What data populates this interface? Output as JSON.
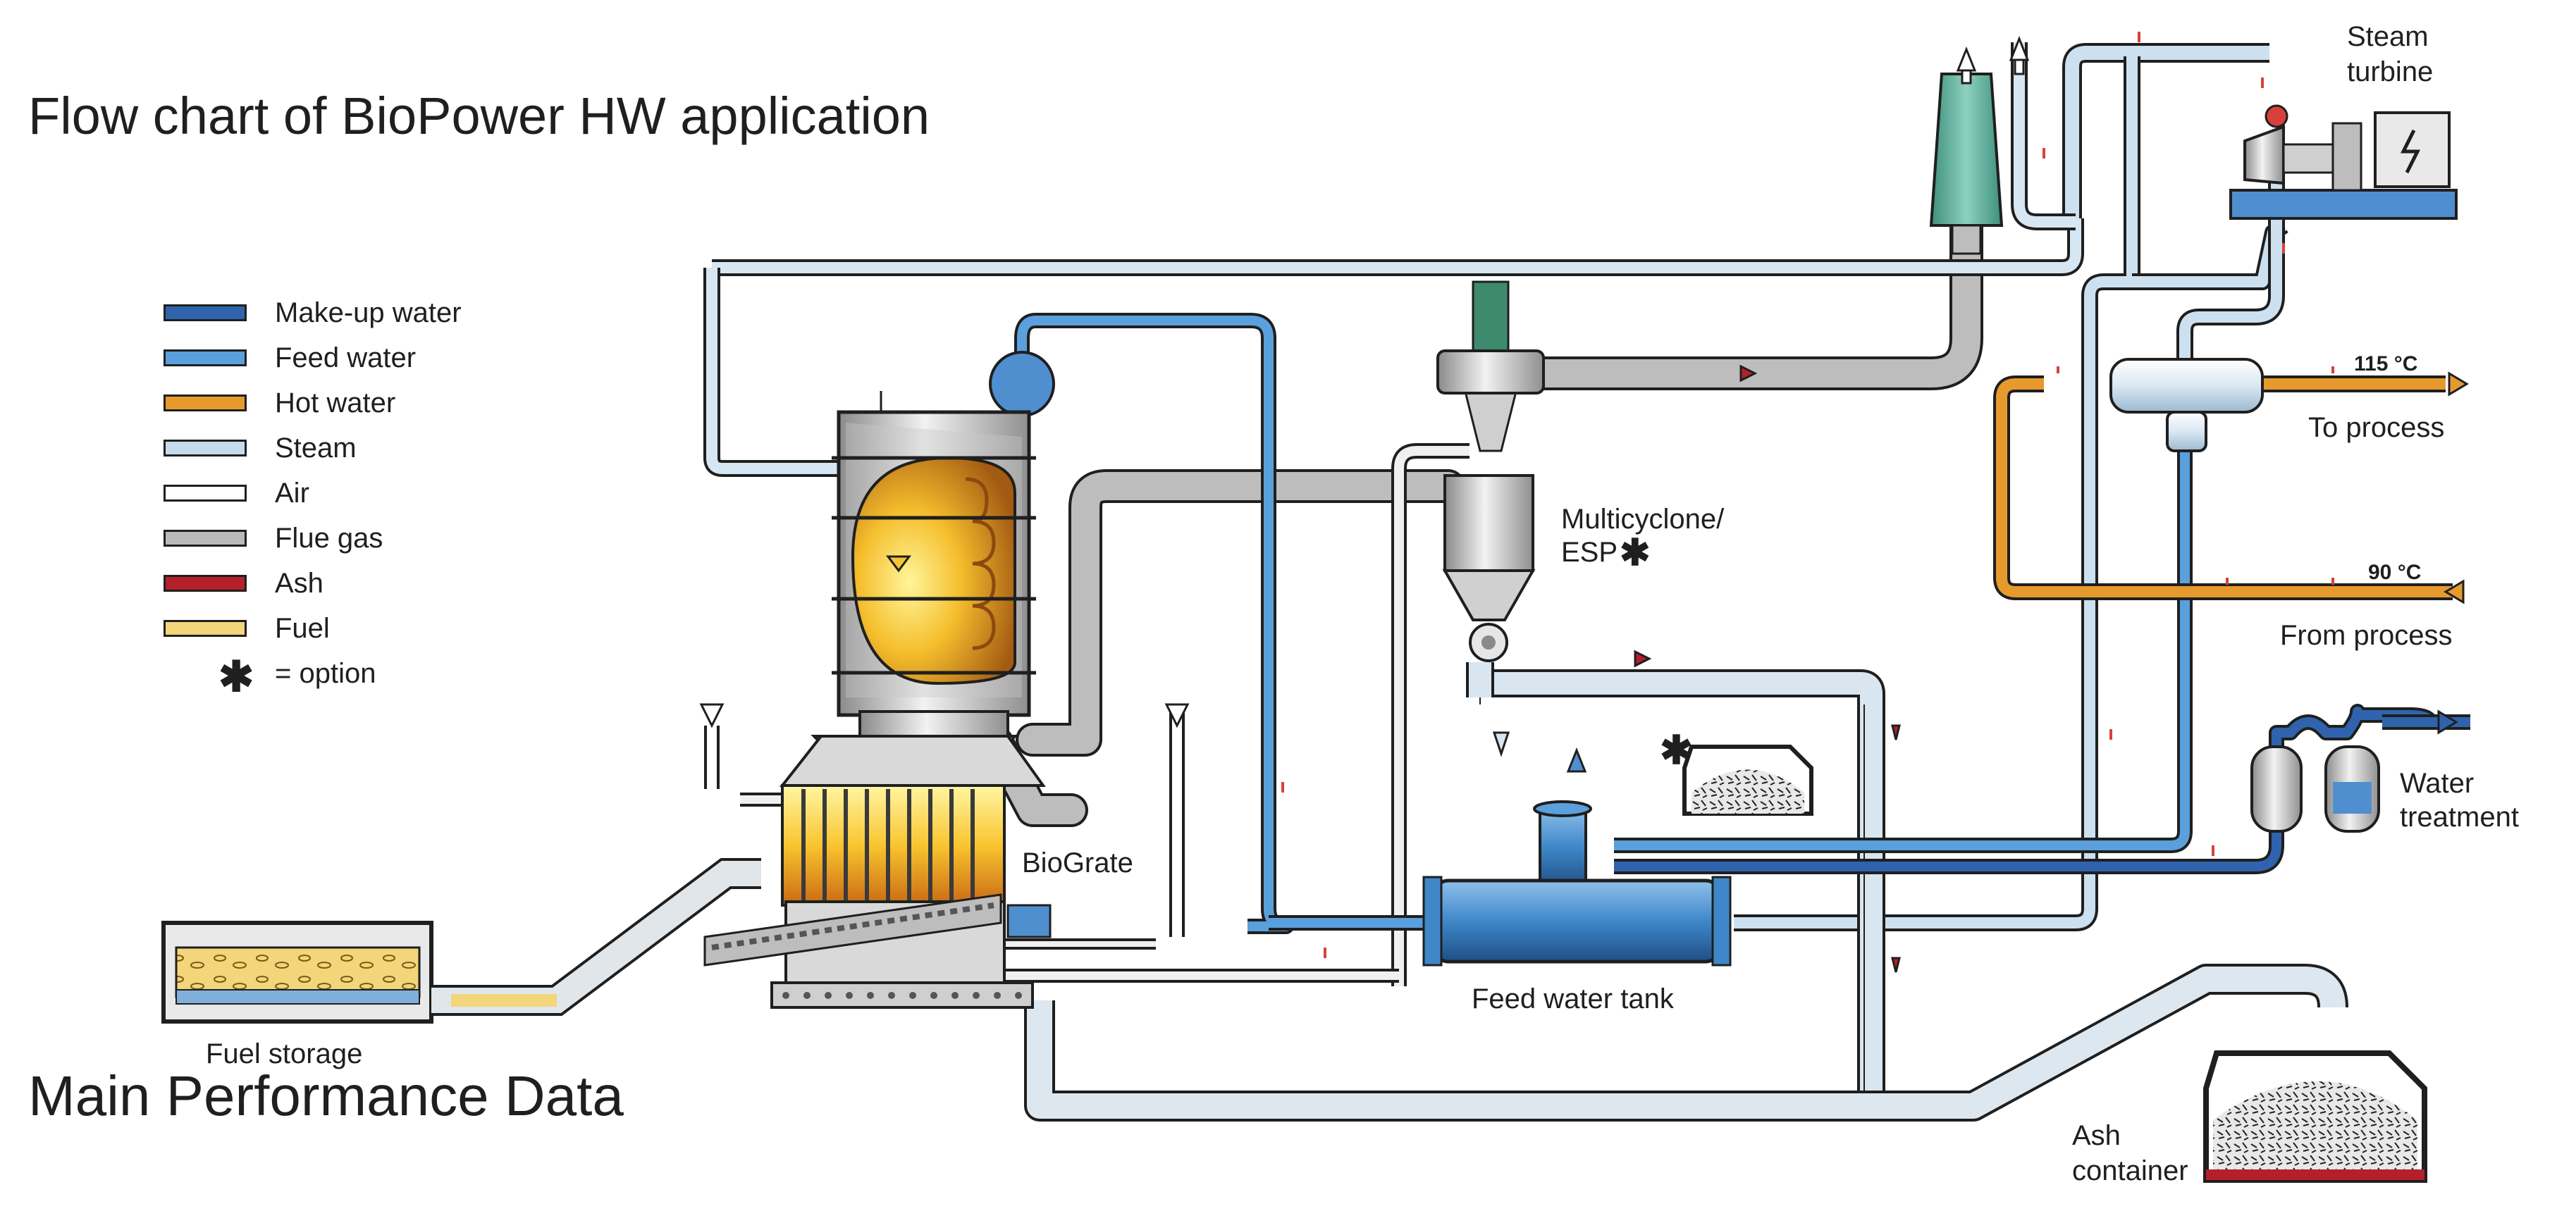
{
  "title": "Flow chart of BioPower HW application",
  "subtitle": "Main Performance Data",
  "legend": {
    "items": [
      {
        "label": "Make-up water",
        "color": "#2f63ad"
      },
      {
        "label": "Feed water",
        "color": "#5aa0dc"
      },
      {
        "label": "Hot water",
        "color": "#e69a2e"
      },
      {
        "label": "Steam",
        "color": "#c6dcee"
      },
      {
        "label": "Air",
        "color": "#ffffff"
      },
      {
        "label": "Flue gas",
        "color": "#b9b9b9"
      },
      {
        "label": "Ash",
        "color": "#b3202a"
      },
      {
        "label": "Fuel",
        "color": "#f3d57a"
      }
    ],
    "option_label": "= option"
  },
  "labels": {
    "steam_turbine": [
      "Steam",
      "turbine"
    ],
    "temp_out": "115 °C",
    "to_process": "To process",
    "temp_in": "90 °C",
    "from_process": "From process",
    "multicyclone": [
      "Multicyclone/",
      "ESP"
    ],
    "water_treatment": [
      "Water",
      "treatment"
    ],
    "biograte": "BioGrate",
    "feed_water_tank": "Feed water tank",
    "fuel_storage": "Fuel storage",
    "ash_container": [
      "Ash",
      "container"
    ]
  },
  "colors": {
    "makeup_water": "#2f63ad",
    "feed_water": "#5aa0dc",
    "hot_water": "#e69a2e",
    "steam": "#c6dcee",
    "flue_gas": "#b9b9b9",
    "ash": "#b3202a",
    "stack": "#5bab97",
    "fire": "#f7c531",
    "outline": "#1f1f1f"
  }
}
